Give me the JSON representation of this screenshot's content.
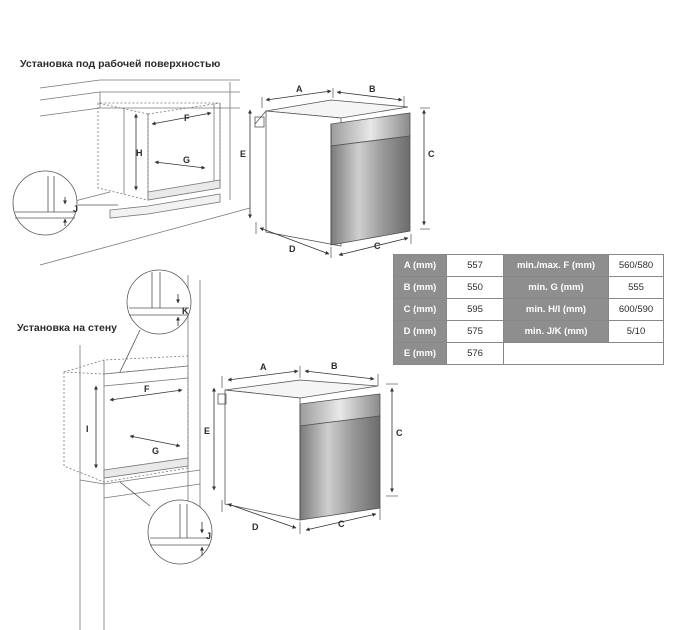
{
  "titles": {
    "under_counter": "Установка под рабочей поверхностью",
    "wall": "Установка на стену"
  },
  "labels": {
    "A": "A",
    "B": "B",
    "C": "C",
    "D": "D",
    "E": "E",
    "F": "F",
    "G": "G",
    "H": "H",
    "I": "I",
    "J": "J",
    "K": "K"
  },
  "spec_table": {
    "rows": [
      {
        "label": "A (mm)",
        "value": "557",
        "label2": "min./max. F (mm)",
        "value2": "560/580"
      },
      {
        "label": "B (mm)",
        "value": "550",
        "label2": "min. G (mm)",
        "value2": "555"
      },
      {
        "label": "C (mm)",
        "value": "595",
        "label2": "min. H/I (mm)",
        "value2": "600/590"
      },
      {
        "label": "D (mm)",
        "value": "575",
        "label2": "min. J/K (mm)",
        "value2": "5/10"
      },
      {
        "label": "E (mm)",
        "value": "576",
        "label2": "",
        "value2": ""
      }
    ]
  },
  "colors": {
    "line": "#5a5a5a",
    "wall_fill": "#e6e6e6",
    "steel_dark": "#8a8a8a",
    "steel_light": "#d8d8d8",
    "table_header": "#8e8e8e"
  }
}
